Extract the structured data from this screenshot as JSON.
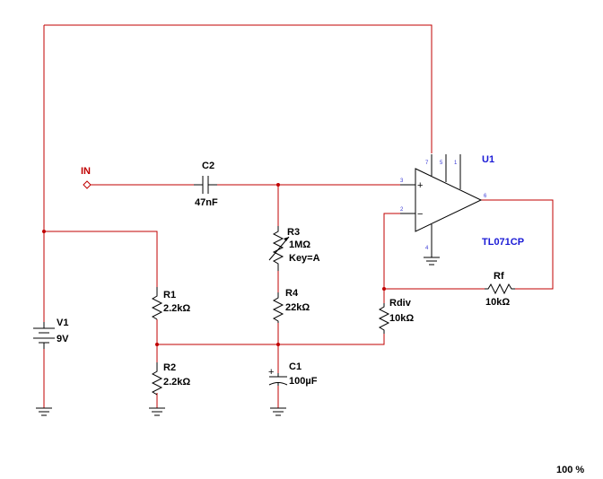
{
  "input": {
    "label": "IN"
  },
  "opamp": {
    "ref": "U1",
    "part": "TL071CP",
    "pins": {
      "noninv": "3",
      "inv": "2",
      "out": "6",
      "neg": "4",
      "pos": "7",
      "n1": "5",
      "n2": "1"
    },
    "plus": "+",
    "minus": "−"
  },
  "capacitors": [
    {
      "ref": "C2",
      "value": "47nF"
    },
    {
      "ref": "C1",
      "value": "100µF",
      "polarity": "+"
    }
  ],
  "resistors": [
    {
      "ref": "R1",
      "value": "2.2kΩ"
    },
    {
      "ref": "R2",
      "value": "2.2kΩ"
    },
    {
      "ref": "R4",
      "value": "22kΩ"
    },
    {
      "ref": "Rdiv",
      "value": "10kΩ"
    },
    {
      "ref": "Rf",
      "value": "10kΩ"
    }
  ],
  "potentiometer": {
    "ref": "R3",
    "value": "1MΩ",
    "key": "Key=A"
  },
  "battery": {
    "ref": "V1",
    "value": "9V"
  },
  "status": {
    "zoom": "100 %"
  },
  "colors": {
    "wire": "#c00000",
    "component": "#000000",
    "label_blue": "#1a1ad6"
  }
}
